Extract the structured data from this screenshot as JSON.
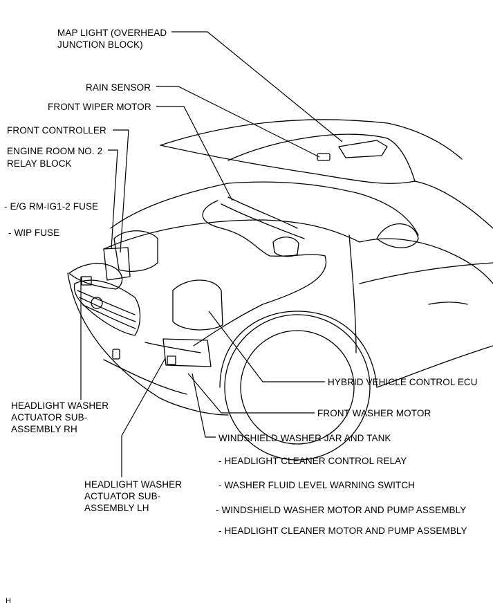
{
  "labels": {
    "map_light_l1": "MAP LIGHT (OVERHEAD",
    "map_light_l2": "JUNCTION BLOCK)",
    "rain_sensor": "RAIN SENSOR",
    "front_wiper_motor": "FRONT WIPER MOTOR",
    "front_controller": "FRONT CONTROLLER",
    "engine_room_l1": "ENGINE ROOM NO. 2",
    "engine_room_l2": "RELAY BLOCK",
    "eg_fuse": "- E/G RM-IG1-2 FUSE",
    "wip_fuse": "- WIP FUSE",
    "hw_rh_l1": "HEADLIGHT WASHER",
    "hw_rh_l2": "ACTUATOR SUB-",
    "hw_rh_l3": "ASSEMBLY RH",
    "hw_lh_l1": "HEADLIGHT WASHER",
    "hw_lh_l2": "ACTUATOR SUB-",
    "hw_lh_l3": "ASSEMBLY LH",
    "hybrid_ecu": "HYBRID VEHICLE CONTROL ECU",
    "front_washer_motor": "FRONT WASHER MOTOR",
    "washer_jar": "WINDSHIELD WASHER JAR AND TANK",
    "sub1": "- HEADLIGHT CLEANER CONTROL RELAY",
    "sub2": "- WASHER FLUID LEVEL WARNING SWITCH",
    "sub3": "-  WINDSHIELD WASHER MOTOR AND PUMP ASSEMBLY",
    "sub4": "- HEADLIGHT CLEANER MOTOR AND PUMP ASSEMBLY",
    "corner_mark": "H"
  }
}
